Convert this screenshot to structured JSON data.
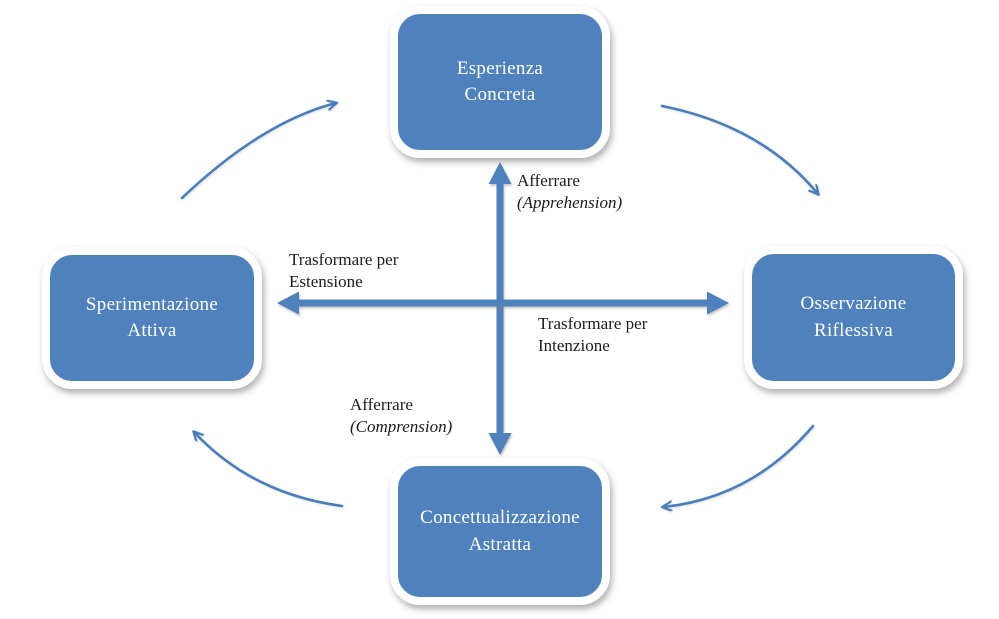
{
  "diagram": {
    "type": "cycle-diagram",
    "colors": {
      "node_fill": "#4f81bd",
      "node_border": "#ffffff",
      "node_text": "#ffffff",
      "arrow": "#4f81bd",
      "cycle_arrow": "#4a7ebb",
      "label_text": "#1b1b1b"
    },
    "nodes": {
      "top": {
        "lines": [
          "Esperienza",
          "Concreta"
        ]
      },
      "right": {
        "lines": [
          "Osservazione",
          "Riflessiva"
        ]
      },
      "bottom": {
        "lines": [
          "Concettualizzazione",
          "Astratta"
        ]
      },
      "left": {
        "lines": [
          "Sperimentazione",
          "Attiva"
        ]
      }
    },
    "axis_labels": {
      "grasp_top": {
        "line1": "Afferrare",
        "line2": "(Apprehension)"
      },
      "transform_left": {
        "line1": "Trasformare per",
        "line2": "Estensione"
      },
      "transform_right": {
        "line1": "Trasformare per",
        "line2": "Intenzione"
      },
      "grasp_bottom": {
        "line1": "Afferrare",
        "line2": "(Comprension)"
      }
    }
  }
}
